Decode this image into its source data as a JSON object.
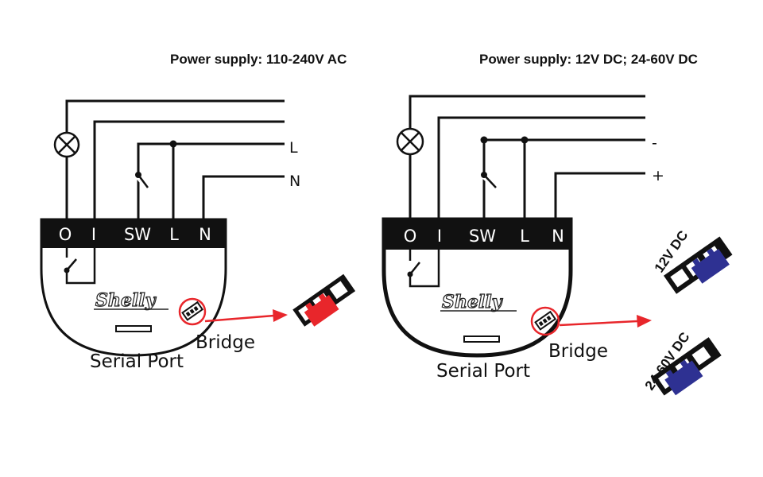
{
  "left": {
    "title": "Power supply: 110-240V AC",
    "terminals": [
      "O",
      "I",
      "SW",
      "L",
      "N"
    ],
    "wire_labels": [
      "L",
      "N"
    ],
    "logo": "Shelly",
    "serial_port": "Serial Port",
    "bridge": "Bridge"
  },
  "right": {
    "title": "Power supply: 12V DC; 24-60V DC",
    "terminals": [
      "O",
      "I",
      "SW",
      "L",
      "N"
    ],
    "wire_labels": [
      "-",
      "+"
    ],
    "logo": "Shelly",
    "serial_port": "Serial Port",
    "bridge": "Bridge",
    "configs": [
      "12V DC",
      "24-60V DC"
    ]
  },
  "colors": {
    "wire": "#111111",
    "arrow": "#e8262b",
    "bridge_red": "#e8262b",
    "bridge_blue": "#2e3192"
  }
}
